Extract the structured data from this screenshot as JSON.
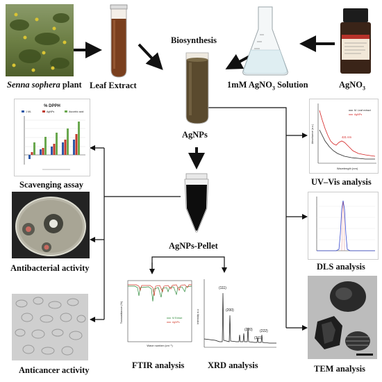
{
  "labels": {
    "plant_species": "Senna sophera",
    "plant_suffix": " plant",
    "leaf_extract": "Leaf Extract",
    "biosynthesis": "Biosynthesis",
    "agno3_solution_prefix": "1mM AgNO",
    "agno3_solution_sub": "3",
    "agno3_solution_suffix": " Solution",
    "agno3_prefix": "AgNO",
    "agno3_sub": "3",
    "agnps": "AgNPs",
    "agnps_pellet": "AgNPs-Pellet",
    "scavenging": "Scavenging assay",
    "antibacterial": "Antibacterial activity",
    "anticancer": "Anticancer activity",
    "ftir": "FTIR analysis",
    "xrd": "XRD analysis",
    "uvvis": "UV–Vis analysis",
    "dls": "DLS analysis",
    "tem": "TEM analysis"
  },
  "inset_text": {
    "scavenging_title": "% DPPH",
    "scavenging_legend": [
      "1 ML",
      "AgNPs",
      "Ascorbic acid"
    ],
    "uv_legend": [
      "M. Leaf extract",
      "AgNPs"
    ],
    "uv_peak": "421 nm",
    "uv_xlabel": "Wavelength (nm)",
    "uv_ylabel": "Absorbance (a.u.)",
    "ftir_xlabel": "Wave number (cm⁻¹)",
    "ftir_ylabel": "Transmittance (%)",
    "ftir_legend": [
      "M Extract",
      "AgNPs"
    ],
    "xrd_peaks": [
      "(111)",
      "(200)",
      "(220)",
      "(311)",
      "(222)"
    ],
    "xrd_ylabel": "intensity a.u"
  },
  "colors": {
    "arrow": "#111111",
    "uv_extract": "#222222",
    "uv_agnps": "#d42020",
    "dls_curve": "#3344cc",
    "scav_ml": "#2f5aa8",
    "scav_agnps": "#c0392b",
    "scav_ascorbic": "#6aa84f"
  }
}
